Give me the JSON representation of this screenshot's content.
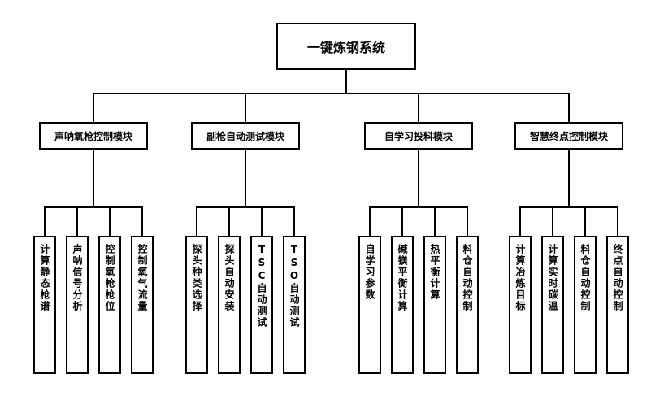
{
  "diagram": {
    "title": "一键炼钢系统",
    "colors": {
      "line": "#000000",
      "box_border": "#000000",
      "background": "#ffffff"
    },
    "modules": [
      {
        "label": "声呐氧枪控制模块",
        "children": [
          "计算静态枪谱",
          "声呐信号分析",
          "控制氧枪枪位",
          "控制氧气流量"
        ]
      },
      {
        "label": "副枪自动测试模块",
        "children": [
          "探头种类选择",
          "探头自动安装",
          "TSC自动测试",
          "TSO自动测试"
        ]
      },
      {
        "label": "自学习投料模块",
        "children": [
          "自学习参数",
          "碱镁平衡计算",
          "热平衡计算",
          "料仓自动控制"
        ]
      },
      {
        "label": "智慧终点控制模块",
        "children": [
          "计算冶炼目标",
          "计算实时碳温",
          "料仓自动控制",
          "终点自动控制"
        ]
      }
    ]
  }
}
